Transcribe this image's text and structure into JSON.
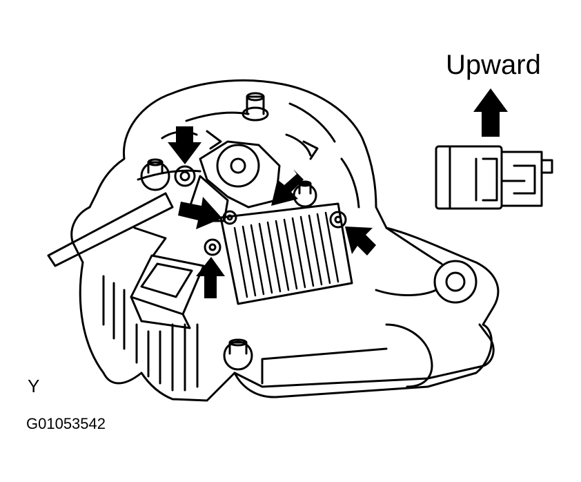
{
  "labels": {
    "direction": "Upward",
    "corner_letter": "Y",
    "figure_id": "G01053542"
  },
  "colors": {
    "ink": "#000000",
    "paper": "#ffffff"
  },
  "icons": {
    "pointer_arrows": "arrow-icon",
    "direction_arrow": "up-arrow-icon"
  }
}
